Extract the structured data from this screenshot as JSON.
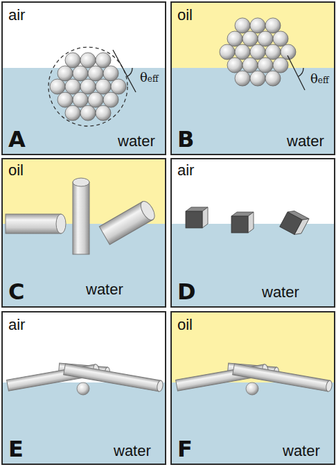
{
  "diagram": {
    "nodes": [
      {
        "text": [
          "air",
          "θeff",
          "A",
          "water"
        ]
      },
      {
        "text": [
          "oil",
          "θeff",
          "B",
          "water"
        ]
      },
      {
        "text": [
          "oil",
          "C",
          "water"
        ]
      },
      {
        "text": [
          "air",
          "D",
          "water"
        ]
      },
      {
        "text": [
          "air",
          "E",
          "water"
        ]
      },
      {
        "text": [
          "oil",
          "F",
          "water"
        ]
      }
    ]
  }
}
